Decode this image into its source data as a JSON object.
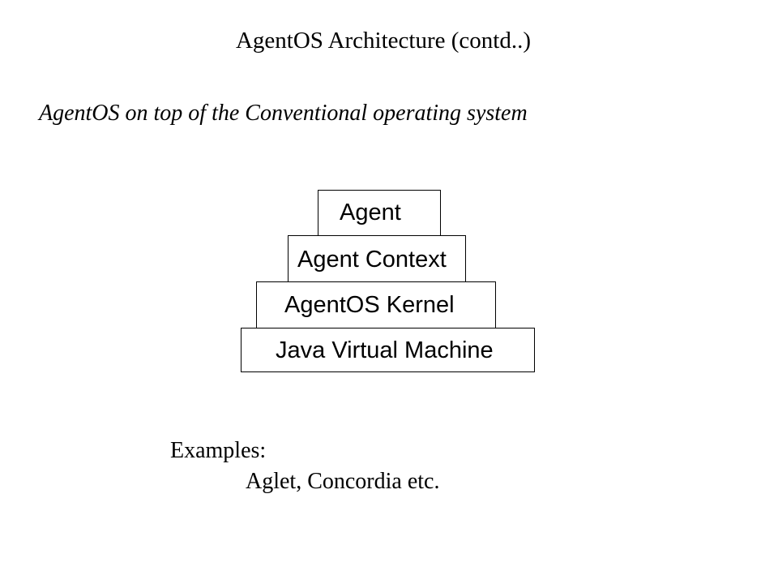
{
  "slide": {
    "title": "AgentOS Architecture (contd..)",
    "subtitle": "AgentOS on top of the Conventional operating system"
  },
  "stack": {
    "layers": [
      {
        "label": "Agent"
      },
      {
        "label": "Agent Context"
      },
      {
        "label": "AgentOS Kernel"
      },
      {
        "label": "Java Virtual Machine"
      }
    ]
  },
  "examples": {
    "label": "Examples:",
    "text": "Aglet, Concordia etc."
  }
}
